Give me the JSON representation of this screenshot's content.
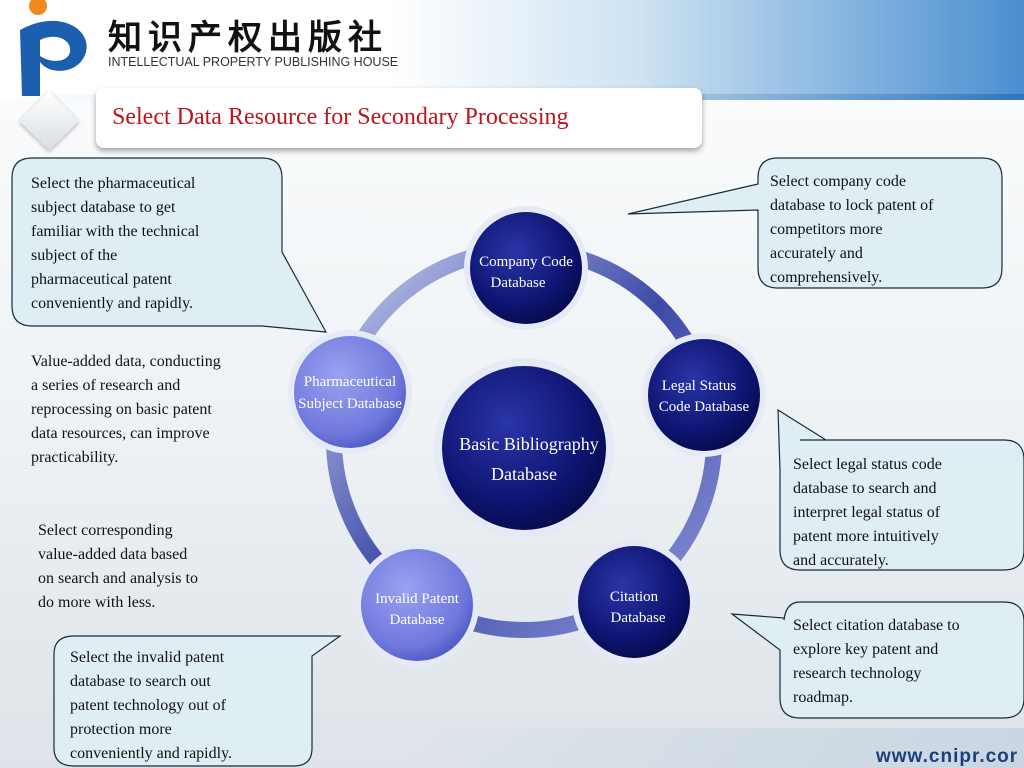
{
  "header": {
    "org_cn": "知识产权出版社",
    "org_en": "INTELLECTUAL PROPERTY PUBLISHING HOUSE"
  },
  "slide": {
    "title": "Select Data Resource for Secondary Processing",
    "footer_url": "www.cnipr.cor"
  },
  "nodes": {
    "center": [
      "Basic Bibliography",
      "Database"
    ],
    "company": [
      "Company Code",
      "Database"
    ],
    "legal": [
      "Legal Status",
      "Code Database"
    ],
    "citation": [
      "Citation",
      "Database"
    ],
    "invalid": [
      "Invalid Patent",
      "Database"
    ],
    "pharma": [
      "Pharmaceutical",
      "Subject Database"
    ]
  },
  "callouts": {
    "pharma": [
      "Select the pharmaceutical",
      "subject database to get",
      "familiar with the technical",
      "subject of the",
      "pharmaceutical patent",
      "conveniently and rapidly."
    ],
    "company": [
      "Select company code",
      "database to lock patent of",
      "competitors more",
      "accurately and",
      "comprehensively."
    ],
    "legal": [
      "Select legal status code",
      "database to search and",
      "interpret legal status of",
      "patent more intuitively",
      "and accurately."
    ],
    "citation": [
      "Select citation database to",
      "explore key patent and",
      "research technology",
      "roadmap."
    ],
    "invalid": [
      "Select the invalid patent",
      "database to search out",
      "patent technology out of",
      "protection more",
      "conveniently and rapidly."
    ]
  },
  "notes": {
    "value_added": [
      "Value-added data, conducting",
      "a series of research and",
      "reprocessing on basic patent",
      "data resources, can improve",
      "practicability."
    ],
    "select_corresponding": [
      "Select corresponding",
      "value-added data based",
      "on search and analysis to",
      "do more with less."
    ]
  },
  "colors": {
    "title_red": "#c0141c",
    "node_dark": "#0d1470",
    "node_light": "#6f78dc",
    "callout_fill": "#dfeef3",
    "ring": "#3d4aa8"
  }
}
